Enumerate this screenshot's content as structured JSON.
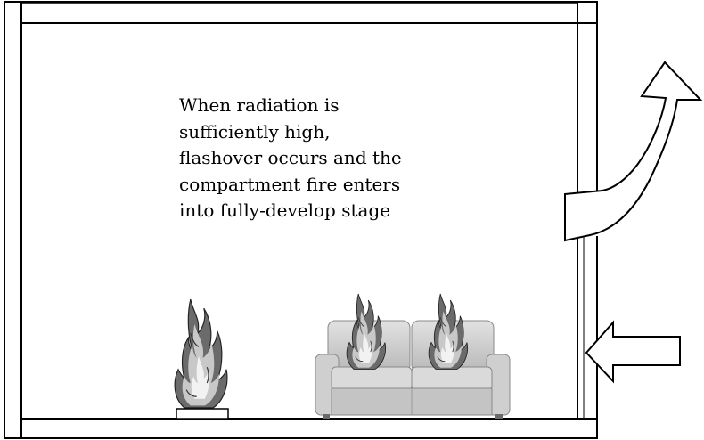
{
  "caption": {
    "text": "When radiation is\nsufficiently high,\nflashover occurs and the\ncompartment fire enters\ninto fully-develop stage"
  },
  "colors": {
    "outline": "#000000",
    "background": "#ffffff",
    "sofa_fabric": "#d4d4d4",
    "sofa_shadow": "#9a9a9a",
    "flame_outer": "#6b6b6b",
    "flame_inner": "#c8c8c8"
  },
  "elements": {
    "left_wall": "wall",
    "ceiling": "ceiling",
    "floor": "floor",
    "right_wall": "wall-with-opening",
    "hot_gas_outflow": "curved-arrow-up",
    "fresh_air_inflow": "arrow-left",
    "fuel_item": "burning-object",
    "sofa": "burning-sofa"
  }
}
